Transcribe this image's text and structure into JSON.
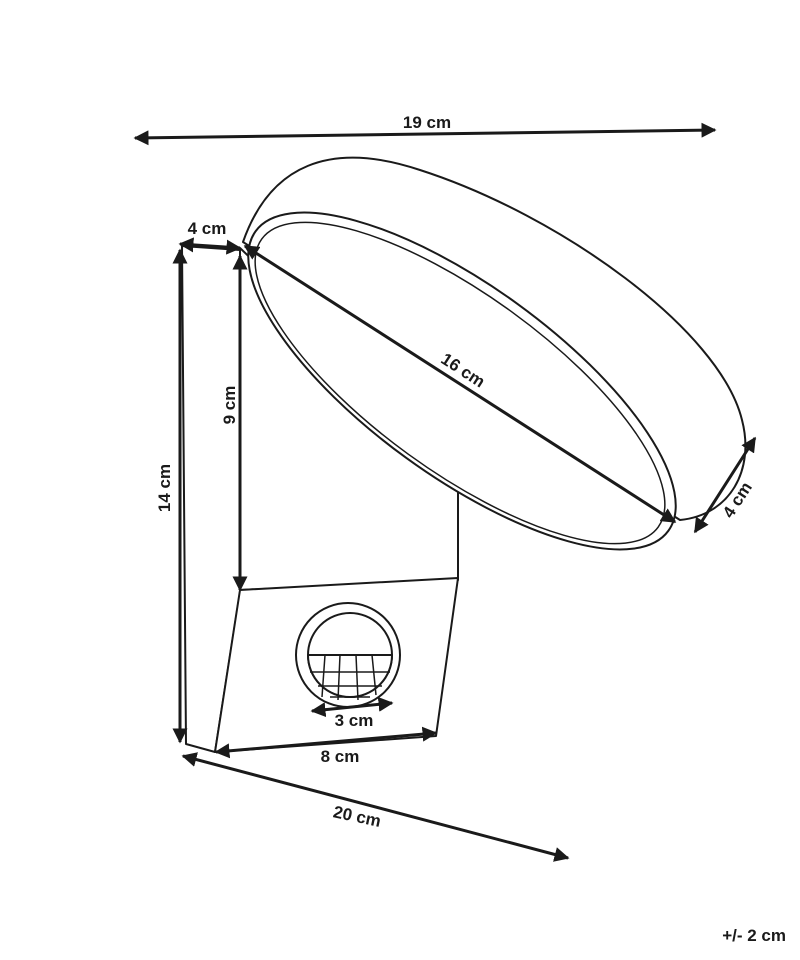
{
  "dimensions": {
    "overall_width": "19 cm",
    "depth_top": "4 cm",
    "overall_height": "14 cm",
    "body_height": "9 cm",
    "head_diameter": "16 cm",
    "head_thickness": "4 cm",
    "sensor_width": "3 cm",
    "base_width": "8 cm",
    "overall_depth": "20 cm"
  },
  "tolerance": "+/- 2 cm"
}
